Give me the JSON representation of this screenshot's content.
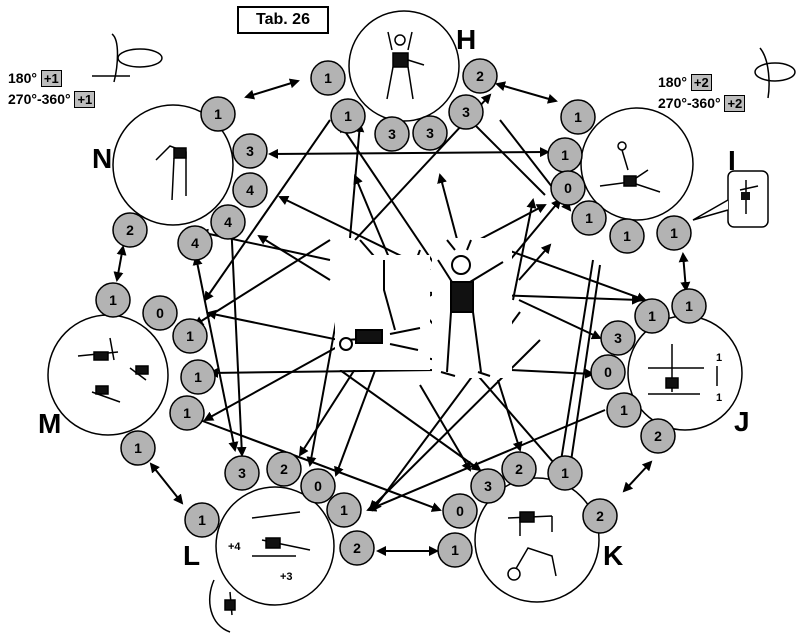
{
  "table_label": "Tab. 26",
  "left_rotation": {
    "line1_deg": "180°",
    "line1_bonus": "+1",
    "line2_deg": "270°-360°",
    "line2_bonus": "+1"
  },
  "right_rotation": {
    "line1_deg": "180°",
    "line1_bonus": "+2",
    "line2_deg": "270°-360°",
    "line2_bonus": "+2"
  },
  "groups": {
    "H": "H",
    "I": "I",
    "J": "J",
    "K": "K",
    "L": "L",
    "M": "M",
    "N": "N"
  },
  "j_inner": {
    "top": "1",
    "bottom": "1"
  },
  "l_inner": {
    "a": "+4",
    "b": "+3"
  },
  "nodes": [
    {
      "id": "h1",
      "v": "1"
    },
    {
      "id": "h2",
      "v": "2"
    },
    {
      "id": "h3",
      "v": "1"
    },
    {
      "id": "h4",
      "v": "3"
    },
    {
      "id": "h5",
      "v": "3"
    },
    {
      "id": "h6",
      "v": "3"
    },
    {
      "id": "i1",
      "v": "1"
    },
    {
      "id": "i2",
      "v": "1"
    },
    {
      "id": "i3",
      "v": "0"
    },
    {
      "id": "i4",
      "v": "1"
    },
    {
      "id": "i5",
      "v": "1"
    },
    {
      "id": "i6",
      "v": "1"
    },
    {
      "id": "j1",
      "v": "1"
    },
    {
      "id": "j2",
      "v": "1"
    },
    {
      "id": "j3",
      "v": "3"
    },
    {
      "id": "j4",
      "v": "0"
    },
    {
      "id": "j5",
      "v": "1"
    },
    {
      "id": "j6",
      "v": "2"
    },
    {
      "id": "j7",
      "v": "2"
    },
    {
      "id": "k1",
      "v": "3"
    },
    {
      "id": "k2",
      "v": "2"
    },
    {
      "id": "k3",
      "v": "1"
    },
    {
      "id": "k4",
      "v": "0"
    },
    {
      "id": "k5",
      "v": "1"
    },
    {
      "id": "l1",
      "v": "3"
    },
    {
      "id": "l2",
      "v": "2"
    },
    {
      "id": "l3",
      "v": "0"
    },
    {
      "id": "l4",
      "v": "1"
    },
    {
      "id": "l5",
      "v": "2"
    },
    {
      "id": "l6",
      "v": "1"
    },
    {
      "id": "m1",
      "v": "1"
    },
    {
      "id": "m2",
      "v": "0"
    },
    {
      "id": "m3",
      "v": "1"
    },
    {
      "id": "m4",
      "v": "1"
    },
    {
      "id": "m5",
      "v": "1"
    },
    {
      "id": "m6",
      "v": "1"
    },
    {
      "id": "n1",
      "v": "1"
    },
    {
      "id": "n2",
      "v": "3"
    },
    {
      "id": "n3",
      "v": "4"
    },
    {
      "id": "n4",
      "v": "4"
    },
    {
      "id": "n5",
      "v": "4"
    },
    {
      "id": "n6",
      "v": "2"
    }
  ]
}
